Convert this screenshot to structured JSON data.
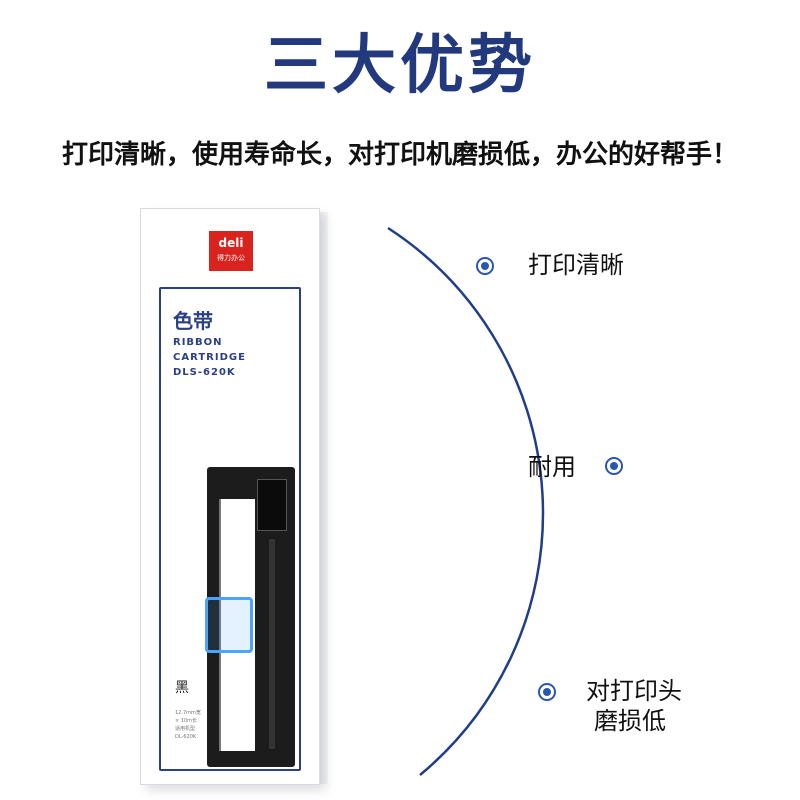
{
  "headline": "三大优势",
  "tagline": "打印清晰，使用寿命长，对打印机磨损低，办公的好帮手！",
  "product": {
    "logo_text": "deli",
    "logo_sub": "得力办公",
    "name_cn": "色带",
    "name_en_1": "RIBBON",
    "name_en_2": "CARTRIDGE",
    "model": "DLS-620K",
    "color_cn": "黑",
    "spec_lines": [
      "12.7mm宽",
      "× 10m长",
      "适用机型",
      "DL-620K"
    ]
  },
  "features": [
    {
      "label": "打印清晰"
    },
    {
      "label": "耐用"
    },
    {
      "label_line1": "对打印头",
      "label_line2": "磨损低"
    }
  ],
  "colors": {
    "title": "#23397e",
    "arc": "#1f3d8a",
    "accent_red": "#d8231f",
    "marker_blue": "#2a56b0"
  }
}
